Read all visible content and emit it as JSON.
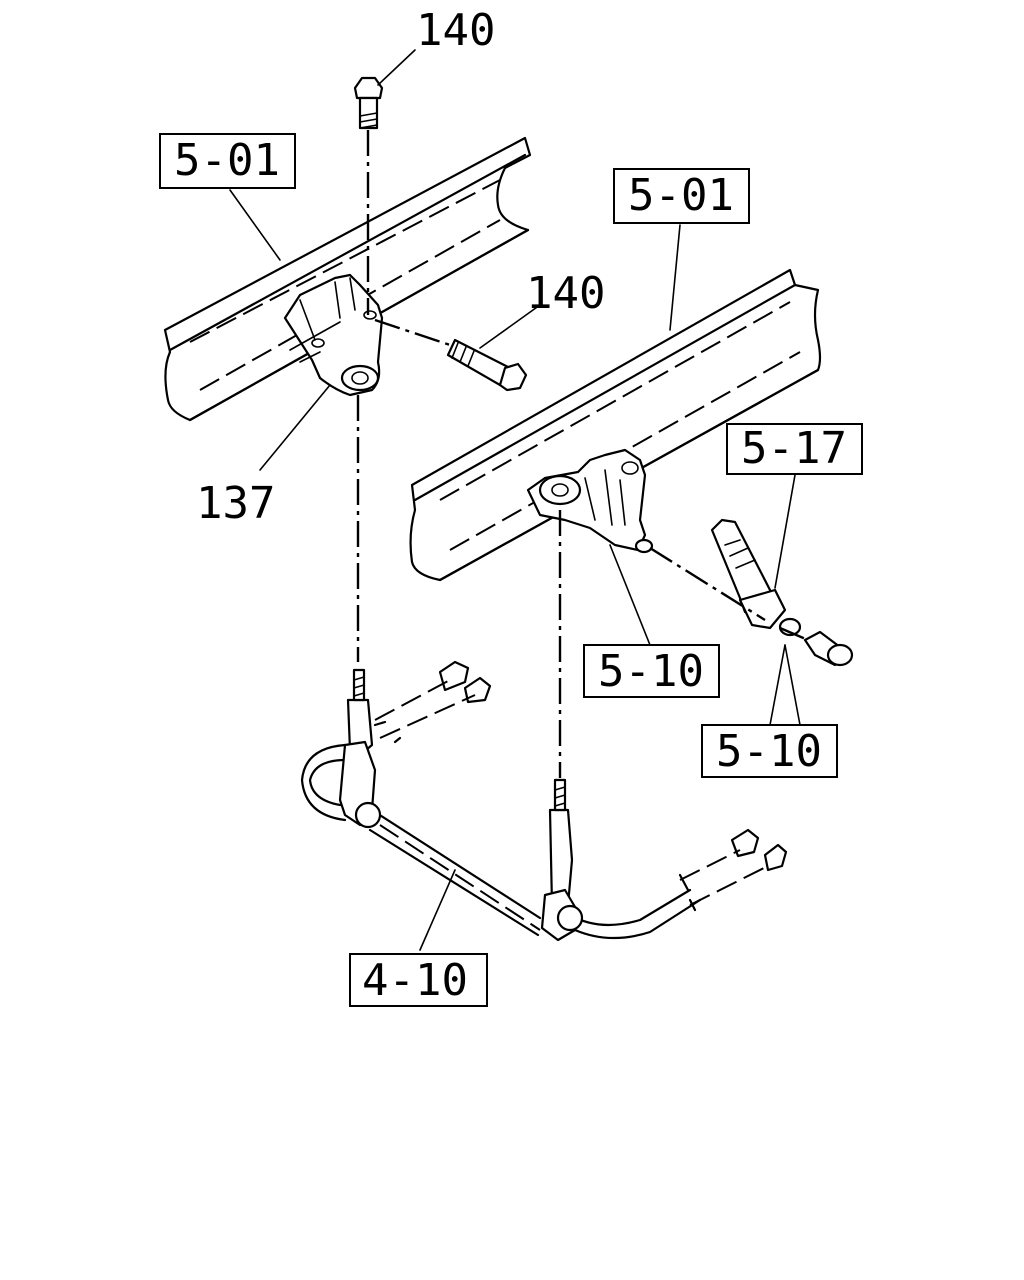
{
  "callouts": {
    "bolt_top": "140",
    "bolt_side": "140",
    "bracket": "137",
    "frame_left": "5-01",
    "frame_right": "5-01",
    "bracket_right": "5-10",
    "link_bracket": "5-17",
    "bolt_washer": "5-10",
    "stabilizer_bar": "4-10"
  }
}
